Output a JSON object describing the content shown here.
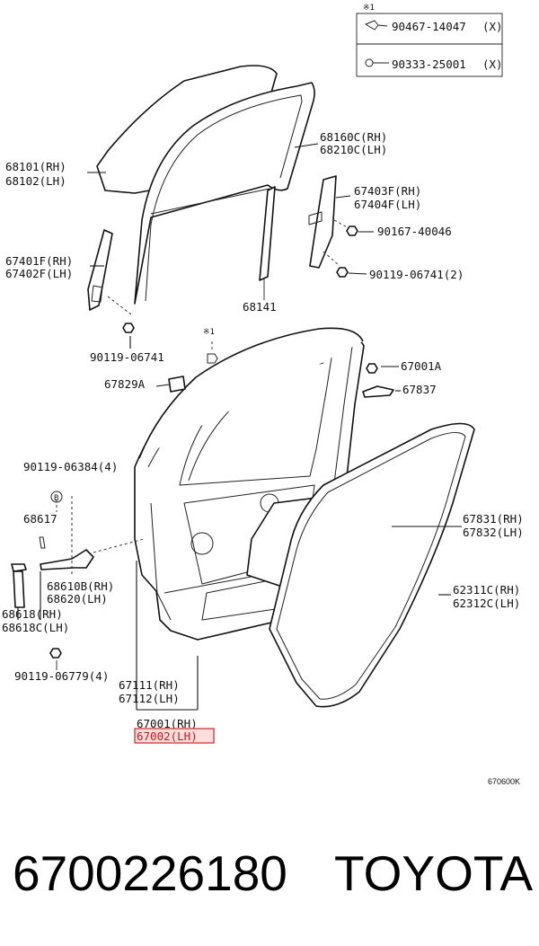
{
  "legend": [
    {
      "ref": "※1",
      "part": "90467-14047",
      "qty": "(X)",
      "icon": "clip-icon"
    },
    {
      "ref": "",
      "part": "90333-25001",
      "qty": "(X)",
      "icon": "pin-icon"
    }
  ],
  "labels": {
    "l68101": "68101(RH)",
    "l68102": "68102(LH)",
    "l68160c": "68160C(RH)",
    "l68210c": "68210C(LH)",
    "l67403f": "67403F(RH)",
    "l67404f": "67404F(LH)",
    "l90167": "90167-40046",
    "l67401f": "67401F(RH)",
    "l67402f": "67402F(LH)",
    "l90119_2": "90119-06741(2)",
    "l68141": "68141",
    "l90119a": "90119-06741",
    "note1": "※1",
    "l67001a": "67001A",
    "l67829a": "67829A",
    "l67837": "67837",
    "l90119b": "90119-06384(4)",
    "b_mark": "B",
    "l68617": "68617",
    "l67831": "67831(RH)",
    "l67832": "67832(LH)",
    "l68610b": "68610B(RH)",
    "l68620": "68620(LH)",
    "l62311c": "62311C(RH)",
    "l62312c": "62312C(LH)",
    "l68618": "68618(RH)",
    "l68618c": "68618C(LH)",
    "l90119c": "90119-06779(4)",
    "l67111": "67111(RH)",
    "l67112": "67112(LH)",
    "l67001": "67001(RH)",
    "l67002": "67002(LH)",
    "code": "670600K"
  },
  "highlight": {
    "label": "67002(LH)",
    "color": "#d22222"
  },
  "footer": {
    "part_number": "6700226180",
    "brand": "TOYOTA"
  }
}
